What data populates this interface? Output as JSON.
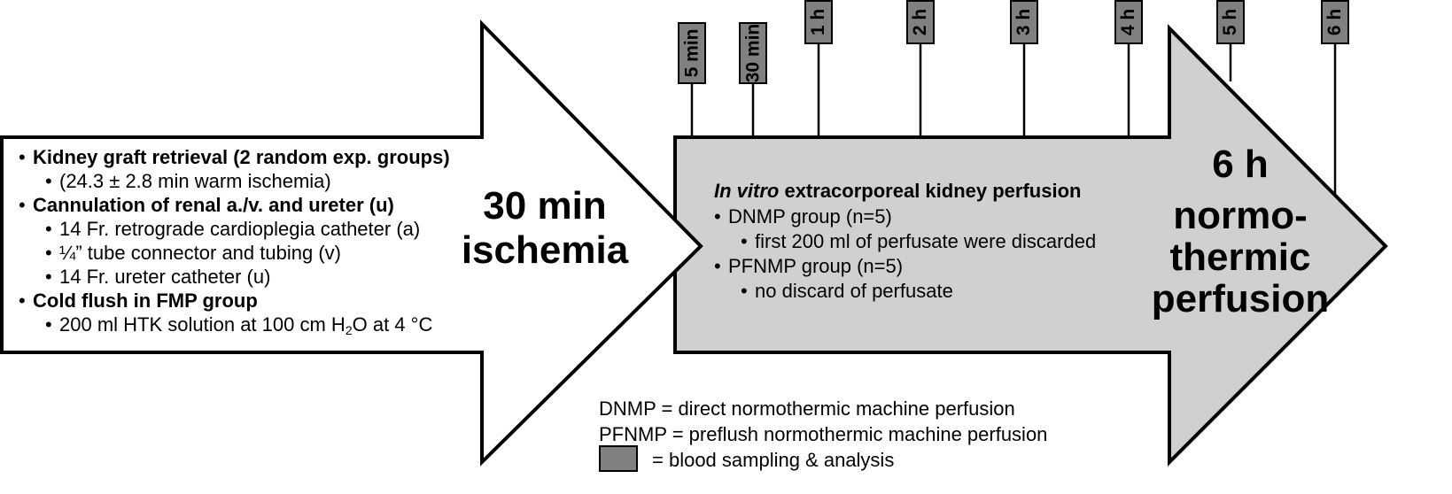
{
  "timepoints": [
    "5 min",
    "30 min",
    "1 h",
    "2 h",
    "3 h",
    "4 h",
    "5 h",
    "6 h"
  ],
  "left_arrow": {
    "items": [
      {
        "text": "Kidney graft retrieval (2 random exp. groups)",
        "level": 1
      },
      {
        "text": "(24.3 ± 2.8 min warm ischemia)",
        "level": 2
      },
      {
        "text": "Cannulation of renal a./v. and ureter (u)",
        "level": 1
      },
      {
        "text": "14 Fr. retrograde cardioplegia catheter (a)",
        "level": 2
      },
      {
        "text": "¼” tube connector and tubing (v)",
        "level": 2
      },
      {
        "text": "14 Fr. ureter catheter (u)",
        "level": 2
      },
      {
        "text": "Cold flush in FMP group",
        "level": 1
      }
    ],
    "last_item": {
      "before": "200 ml HTK solution at 100 cm H",
      "sub": "2",
      "after": "O at 4 °C"
    },
    "center_line1": "30 min",
    "center_line2": "ischemia"
  },
  "right_arrow": {
    "title_italic": "In vitro",
    "title_rest": " extracorporeal kidney perfusion",
    "items": [
      {
        "text": "DNMP group (n=5)",
        "level": 1
      },
      {
        "text": "first 200 ml of perfusate were discarded",
        "level": 2
      },
      {
        "text": "PFNMP group (n=5)",
        "level": 1
      },
      {
        "text": "no discard of perfusate",
        "level": 2
      }
    ],
    "big_lines": [
      "6 h",
      "normo-",
      "thermic",
      "perfusion"
    ]
  },
  "legend": {
    "line1": "DNMP = direct normothermic machine perfusion",
    "line2": "PFNMP = preflush normothermic machine perfusion",
    "line3": "= blood sampling & analysis"
  },
  "colors": {
    "sample_box": "#808080",
    "gray_arrow": "#d0d0d0",
    "outline": "#000000"
  }
}
